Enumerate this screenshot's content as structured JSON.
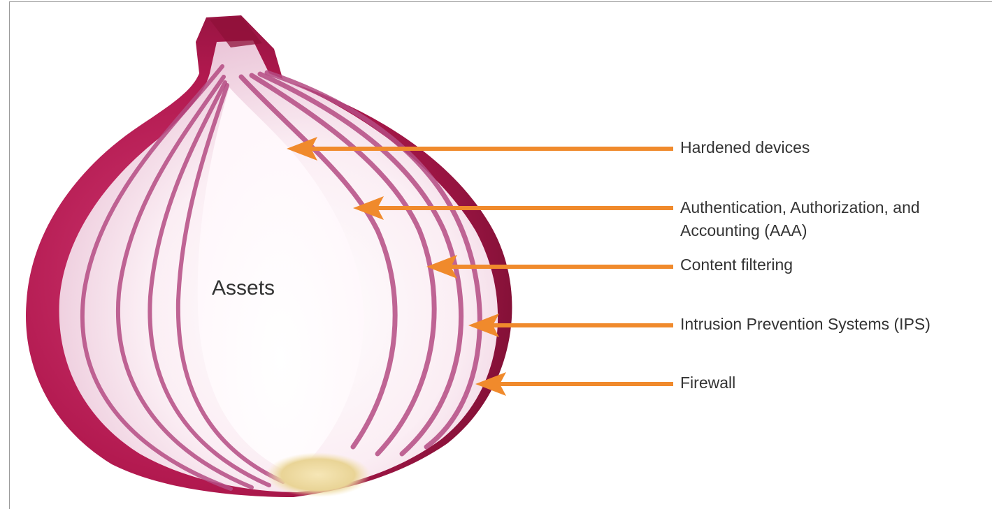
{
  "diagram": {
    "center_label": "Assets",
    "layers": [
      {
        "label_line1": "Hardened devices",
        "label_line2": ""
      },
      {
        "label_line1": "Authentication, Authorization, and",
        "label_line2": "Accounting (AAA)"
      },
      {
        "label_line1": "Content filtering",
        "label_line2": ""
      },
      {
        "label_line1": "Intrusion Prevention Systems (IPS)",
        "label_line2": ""
      },
      {
        "label_line1": "Firewall",
        "label_line2": ""
      }
    ],
    "colors": {
      "arrow": "#f08a2c",
      "onion_skin": "#b2194f",
      "onion_ring": "#b44b82",
      "onion_flesh": "#f7e4ee",
      "text": "#333333"
    }
  }
}
